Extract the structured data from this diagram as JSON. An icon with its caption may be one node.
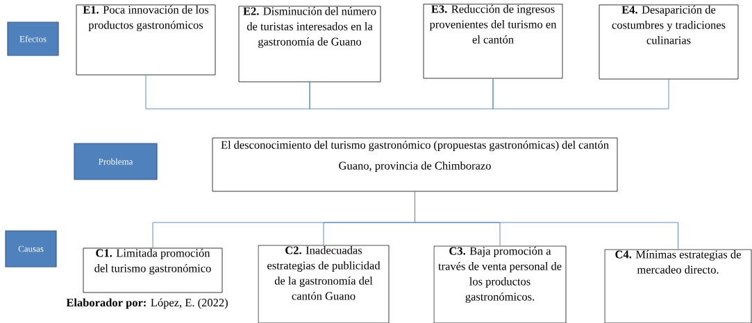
{
  "diagram": {
    "nodes": [
      {
        "text": [
          "Efectos"
        ]
      },
      {
        "text": [
          "**E1.** Poca innovación de los productos gastronómicos"
        ]
      },
      {
        "text": [
          "**E2.** Disminución del número de turistas interesados en la gastronomía de Guano"
        ]
      },
      {
        "text": [
          "**E3.** Reducción de ingresos provenientes del turismo en el cantón"
        ]
      },
      {
        "text": [
          "**E4.** Desaparición de costumbres y tradiciones culinarias"
        ]
      },
      {
        "text": [
          "Problema"
        ]
      },
      {
        "text": [
          "El desconocimiento del turismo gastronómico (propuestas gastronómicas) del cantón Guano, provincia de Chimborazo"
        ]
      },
      {
        "text": [
          "Causas"
        ]
      },
      {
        "text": [
          "**C1.** Limitada promoción del turismo gastronómico"
        ]
      },
      {
        "text": [
          "**C2.** Inadecuadas estrategias de publicidad de la gastronomía del cantón Guano"
        ]
      },
      {
        "text": [
          "**C3.** Baja promoción a través de venta personal de los productos gastronómicos."
        ]
      },
      {
        "text": [
          "**C4.** Mínimas estrategias de mercadeo directo."
        ]
      }
    ],
    "edges": [
      {
        "from": 1,
        "to": 2,
        "arrow": "none"
      },
      {
        "from": 2,
        "to": 3,
        "arrow": "none"
      },
      {
        "from": 3,
        "to": 4,
        "arrow": "none"
      },
      {
        "from": 6,
        "to": 8,
        "arrow": "none"
      },
      {
        "from": 6,
        "to": 9,
        "arrow": "none"
      },
      {
        "from": 6,
        "to": 10,
        "arrow": "none"
      },
      {
        "from": 6,
        "to": 11,
        "arrow": "none"
      }
    ],
    "labels": [
      "**Elaborador por:** López, E. (2022)"
    ]
  }
}
